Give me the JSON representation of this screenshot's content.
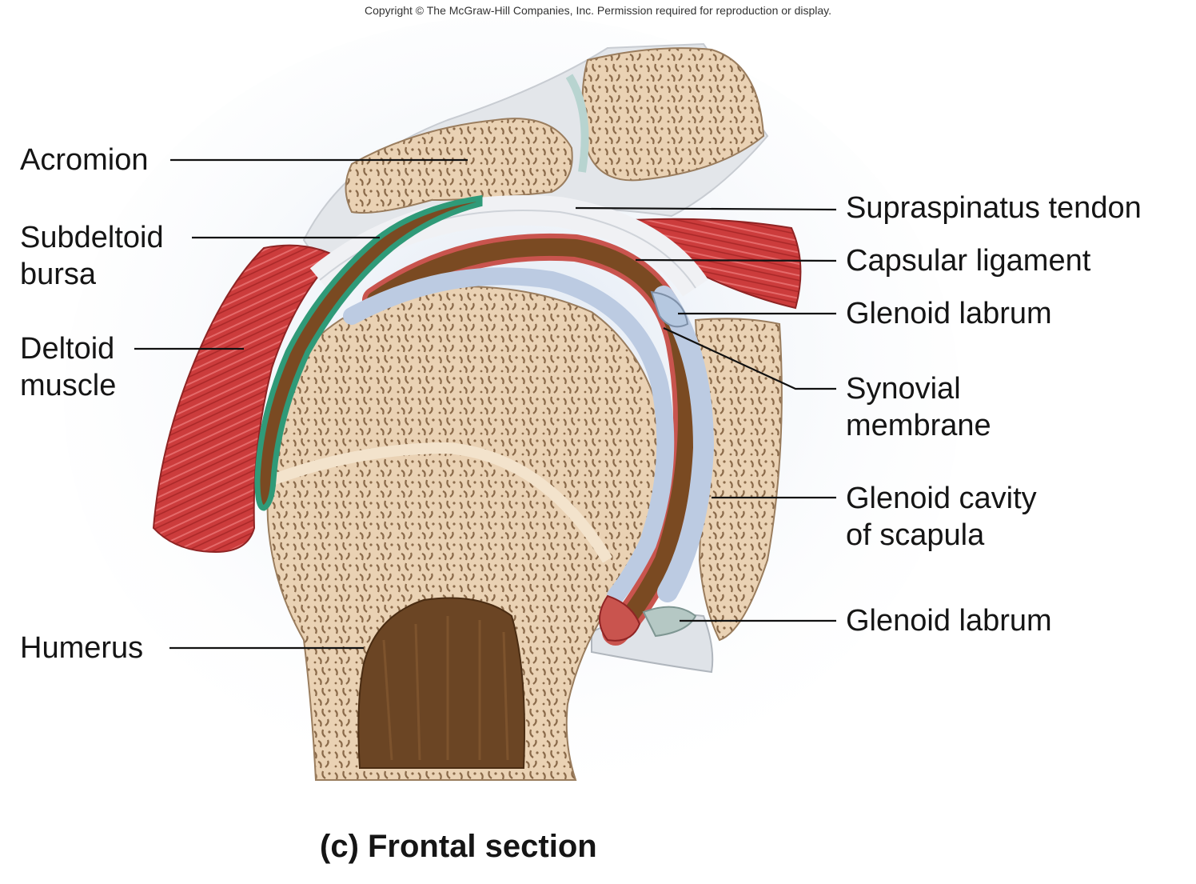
{
  "copyright": "Copyright © The McGraw-Hill Companies, Inc. Permission required for reproduction or display.",
  "labels": {
    "acromion": "Acromion",
    "subdeltoid_l1": "Subdeltoid",
    "subdeltoid_l2": "bursa",
    "deltoid_l1": "Deltoid",
    "deltoid_l2": "muscle",
    "humerus": "Humerus",
    "supraspinatus": "Supraspinatus tendon",
    "capsular": "Capsular ligament",
    "glenoid_labrum_top": "Glenoid labrum",
    "synovial_l1": "Synovial",
    "synovial_l2": "membrane",
    "glenoid_cavity_l1": "Glenoid cavity",
    "glenoid_cavity_l2": "of scapula",
    "glenoid_labrum_bottom": "Glenoid labrum"
  },
  "caption": "(c) Frontal section",
  "colors": {
    "bone": "#ead2b4",
    "muscle": "#c83a3a",
    "cartilage": "#b9c8e0",
    "synovial_cavity": "#7a4a22",
    "bursa": "#2f9a78",
    "ligament": "#e4e6ea",
    "marrow": "#5b3a1c"
  }
}
